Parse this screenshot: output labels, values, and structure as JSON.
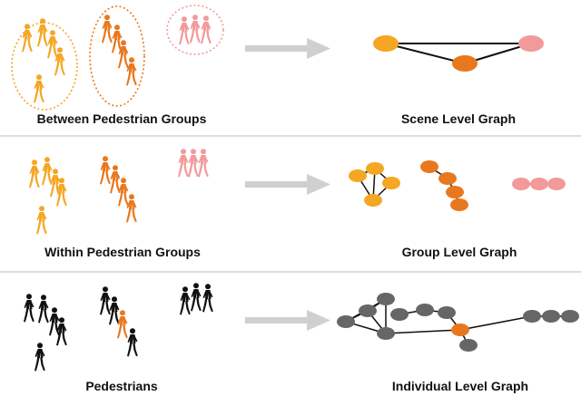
{
  "rows": [
    {
      "left_caption": "Between Pedestrian Groups",
      "right_caption": "Scene Level Graph"
    },
    {
      "left_caption": "Within Pedestrian Groups",
      "right_caption": "Group Level Graph"
    },
    {
      "left_caption": "Pedestrians",
      "right_caption": "Individual Level Graph"
    }
  ],
  "colors": {
    "group_yellow": "#F5A623",
    "group_orange": "#E8781E",
    "group_pink": "#F29A9A",
    "pedestrian_black": "#111111",
    "node_gray": "#666666",
    "arrow_gray": "#D0D0D0",
    "divider": "#BBBBBB"
  },
  "icons": {
    "pedestrian": "walking-person-icon",
    "arrow": "right-arrow-icon"
  }
}
